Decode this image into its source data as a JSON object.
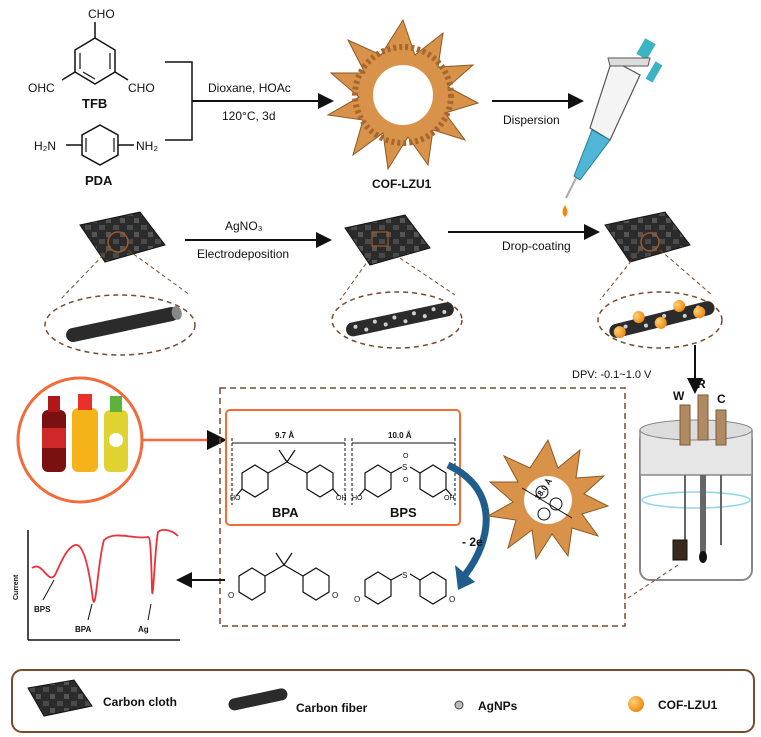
{
  "synthesis": {
    "tfb_label": "TFB",
    "pda_label": "PDA",
    "cho_top": "CHO",
    "cho_left": "OHC",
    "cho_right": "CHO",
    "nh2_left": "H₂N",
    "nh2_right": "NH₂",
    "conditions_line1": "Dioxane, HOAc",
    "conditions_line2": "120°C, 3d",
    "product_label": "COF-LZU1",
    "dispersion_label": "Dispersion"
  },
  "electrode_prep": {
    "step1_line1": "AgNO₃",
    "step1_line2": "Electrodeposition",
    "step2_label": "Drop-coating",
    "dpv_label": "DPV: -0.1~1.0 V"
  },
  "cell": {
    "w_label": "W",
    "r_label": "R",
    "c_label": "C"
  },
  "detection": {
    "bpa_width": "9.7 Å",
    "bps_width": "10.0 Å",
    "pore_size": "18.0 Å",
    "bpa_label": "BPA",
    "bps_label": "BPS",
    "electron_label": "- 2e",
    "oh": "HO",
    "oh_r": "OH",
    "s_label": "S",
    "o_label": "O"
  },
  "voltammogram": {
    "ylabel": "Current",
    "peak_bps": "BPS",
    "peak_bpa": "BPA",
    "peak_ag": "Ag"
  },
  "legend": {
    "carbon_cloth": "Carbon cloth",
    "carbon_fiber": "Carbon fiber",
    "agnps": "AgNPs",
    "cof": "COF-LZU1"
  },
  "colors": {
    "cof_orange": "#c98a3e",
    "accent_orange": "#f26b38",
    "cell_blue": "#8fd6ee",
    "arrow_blue": "#1f5e8c",
    "dashed_brown": "#7a4a2a",
    "cv_red": "#e8333a"
  }
}
